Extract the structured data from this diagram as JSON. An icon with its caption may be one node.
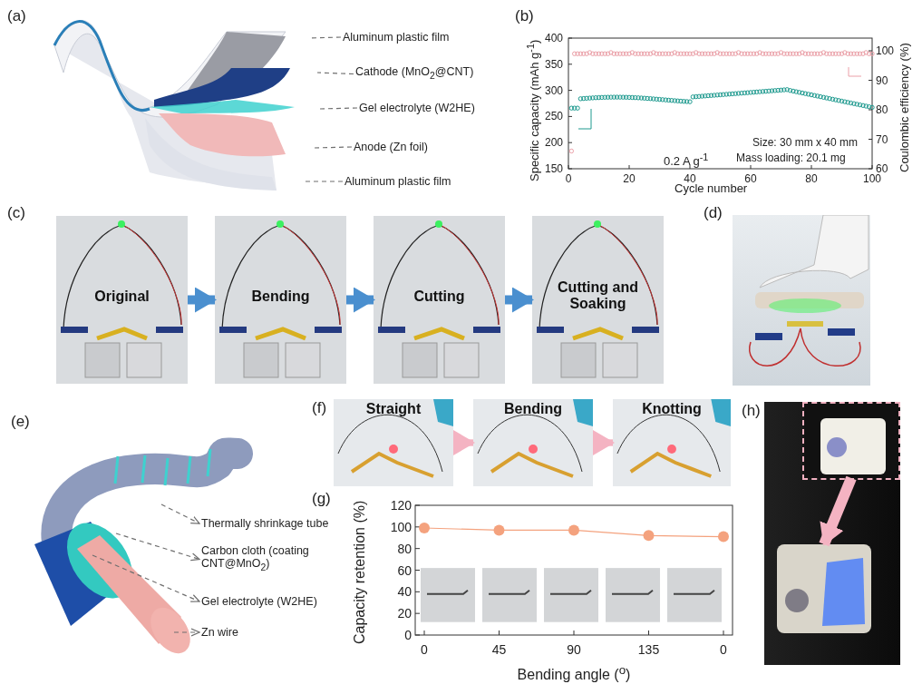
{
  "diagram": {
    "nodes": [
      {
        "text": [
          "Aluminum plastic film"
        ]
      },
      {
        "text": [
          "Cathode (MnO$_{2}$@CNT)"
        ]
      },
      {
        "text": [
          "Gel electrolyte (W2HE)"
        ]
      },
      {
        "text": [
          "Anode (Zn foil)"
        ]
      },
      {
        "text": [
          "Aluminum plastic film"
        ]
      },
      {
        "text": [
          "Original"
        ]
      },
      {
        "text": [
          "Bending"
        ]
      },
      {
        "text": [
          "Cutting"
        ]
      },
      {
        "text": [
          "Cutting and Soaking"
        ]
      },
      {
        "text": [
          "Thermally shrinkage tube"
        ]
      },
      {
        "text": [
          "Carbon cloth (coating CNT@MnO$_{2}$)"
        ]
      },
      {
        "text": [
          "Gel electrolyte (W2HE)"
        ]
      },
      {
        "text": [
          "Zn wire"
        ]
      },
      {
        "text": [
          "Straight"
        ]
      },
      {
        "text": [
          "Bending"
        ]
      },
      {
        "text": [
          "Knotting"
        ]
      },
      {
        "text": [],
        "shape": "picture"
      },
      {
        "text": [],
        "shape": "picture"
      }
    ],
    "edges": [
      {
        "from": 0,
        "to": null,
        "arrow": "none",
        "style": "dashed"
      },
      {
        "from": 1,
        "to": null,
        "arrow": "none",
        "style": "dashed"
      },
      {
        "from": 2,
        "to": null,
        "arrow": "none",
        "style": "dashed"
      },
      {
        "from": 3,
        "to": null,
        "arrow": "none",
        "style": "dashed"
      },
      {
        "from": 4,
        "to": null,
        "arrow": "none",
        "style": "dashed"
      },
      {
        "from": 5,
        "to": 6,
        "arrow": "to",
        "style": "thick",
        "color": "#4a8fcf"
      },
      {
        "from": 6,
        "to": 7,
        "arrow": "to",
        "style": "thick",
        "color": "#4a8fcf"
      },
      {
        "from": 7,
        "to": 8,
        "arrow": "to",
        "style": "thick",
        "color": "#4a8fcf"
      },
      {
        "from": null,
        "to": 9,
        "arrow": "to",
        "style": "dashed"
      },
      {
        "from": null,
        "to": 10,
        "arrow": "to",
        "style": "dashed"
      },
      {
        "from": null,
        "to": 11,
        "arrow": "to",
        "style": "dashed"
      },
      {
        "from": null,
        "to": 12,
        "arrow": "to",
        "style": "dashed"
      },
      {
        "from": 13,
        "to": 14,
        "arrow": "to",
        "style": "thick",
        "color": "#f4b3c2"
      },
      {
        "from": 14,
        "to": 15,
        "arrow": "to",
        "style": "thick",
        "color": "#f4b3c2"
      },
      {
        "from": 16,
        "to": 17,
        "arrow": "to",
        "style": "thick",
        "color": "#f4b3c2"
      }
    ],
    "labels": [
      "(a)",
      "(b)",
      "400",
      "350",
      "300",
      "250",
      "200",
      "150",
      "0",
      "20",
      "40",
      "60",
      "80",
      "100",
      "100",
      "90",
      "80",
      "70",
      "60",
      "Specific capacity (mAh g$^{-1}$)",
      "Coulombic efficiency (%)",
      "Cycle number",
      "Size: 30 mm x 40 mm",
      "0.2 A g$^{-1}$",
      "Mass loading: 20.1 mg",
      "(c)",
      "(d)",
      "(e)",
      "(f)",
      "(g)",
      "(h)"
    ],
    "chart_data": {
      "type": "line",
      "xlabel": "Bending angle ($^{o}$)",
      "ylabel": "Capacity retention (%)",
      "categories": [
        "0",
        "45",
        "90",
        "135",
        "0"
      ],
      "series": [
        {
          "color": "#f4a27e",
          "marker": "circle",
          "values": [
            99,
            97,
            97,
            92,
            91
          ]
        }
      ],
      "ylim": [
        0,
        120
      ],
      "yticks": [
        0,
        20,
        40,
        60,
        80,
        100,
        120
      ]
    }
  }
}
